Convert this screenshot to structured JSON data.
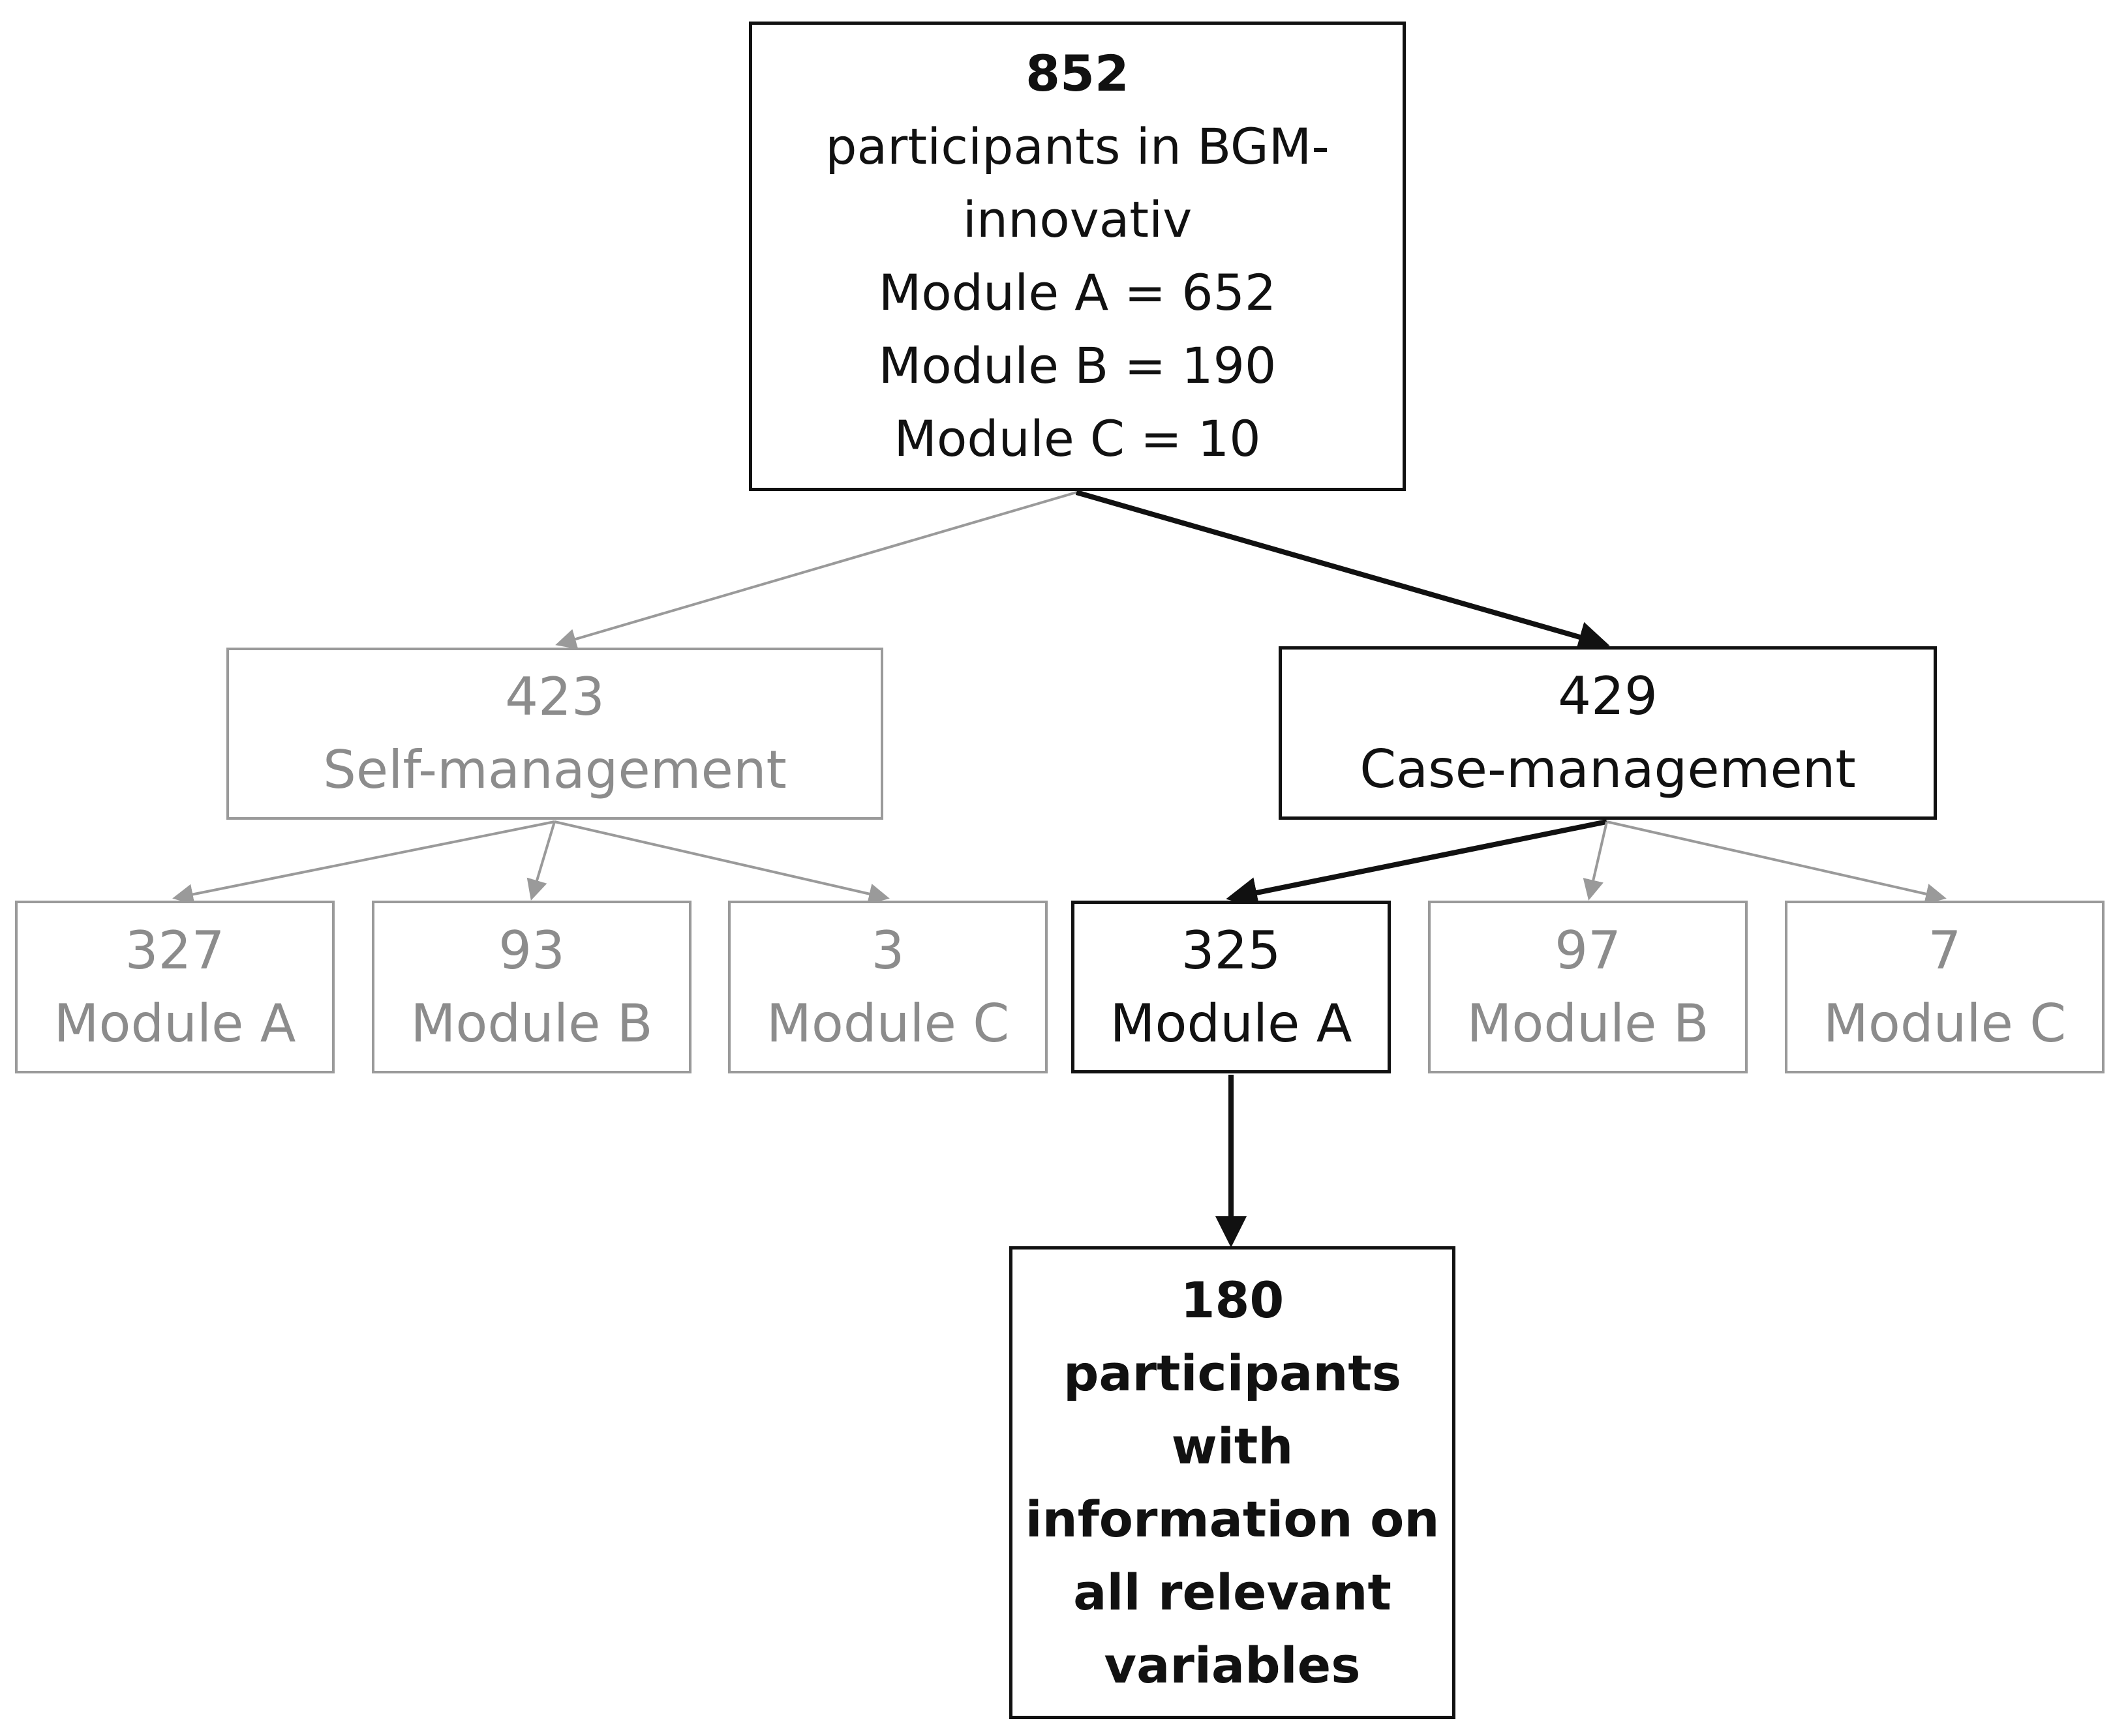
{
  "root": {
    "count": "852",
    "lines": [
      "participants in BGM-",
      "innovativ",
      "Module A = 652",
      "Module B = 190",
      "Module C = 10"
    ]
  },
  "groups": {
    "self": {
      "count": "423",
      "label": "Self-management"
    },
    "case": {
      "count": "429",
      "label": "Case-management"
    }
  },
  "self_modules": [
    {
      "count": "327",
      "label": "Module A"
    },
    {
      "count": "93",
      "label": "Module B"
    },
    {
      "count": "3",
      "label": "Module C"
    }
  ],
  "case_modules": [
    {
      "count": "325",
      "label": "Module A"
    },
    {
      "count": "97",
      "label": "Module B"
    },
    {
      "count": "7",
      "label": "Module C"
    }
  ],
  "final": {
    "count": "180",
    "lines": [
      "participants",
      "with",
      "information on",
      "all relevant",
      "variables"
    ]
  },
  "colors": {
    "highlight": "#111111",
    "muted": "#9a9a9a",
    "muted_text": "#8c8c8c"
  }
}
